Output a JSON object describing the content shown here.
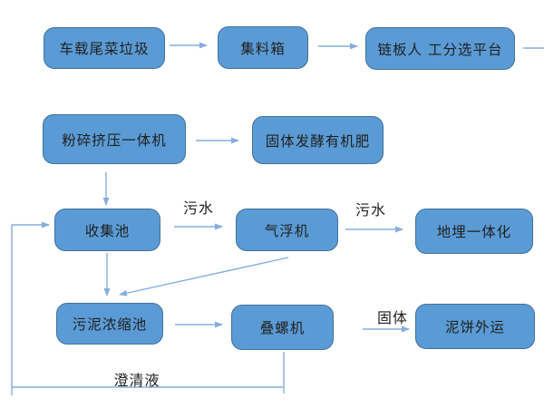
{
  "colors": {
    "background": "#ffffff",
    "box_fill": "#5b9bd5",
    "box_border": "#41719c",
    "connector": "#85aedd",
    "text": "#1f1f1f"
  },
  "nodes": [
    {
      "id": "vehicle-waste",
      "label": "车载尾菜垃圾"
    },
    {
      "id": "collection-box",
      "label": "集料箱"
    },
    {
      "id": "sorting-platform",
      "label": "链板人 工分选平台"
    },
    {
      "id": "crusher-press",
      "label": "粉碎挤压一体机"
    },
    {
      "id": "organic-fertilizer",
      "label": "固体发酵有机肥"
    },
    {
      "id": "collection-pool",
      "label": "收集池"
    },
    {
      "id": "air-flotation",
      "label": "气浮机"
    },
    {
      "id": "buried-integrated",
      "label": "地埋一体化"
    },
    {
      "id": "sludge-thickening",
      "label": "污泥浓缩池"
    },
    {
      "id": "screw-press",
      "label": "叠螺机"
    },
    {
      "id": "mud-cake-out",
      "label": "泥饼外运"
    }
  ],
  "edge_labels": [
    {
      "id": "sewage-1",
      "label": "污水"
    },
    {
      "id": "sewage-2",
      "label": "污水"
    },
    {
      "id": "solid",
      "label": "固体"
    },
    {
      "id": "clarified-liquid",
      "label": "澄清液"
    }
  ]
}
